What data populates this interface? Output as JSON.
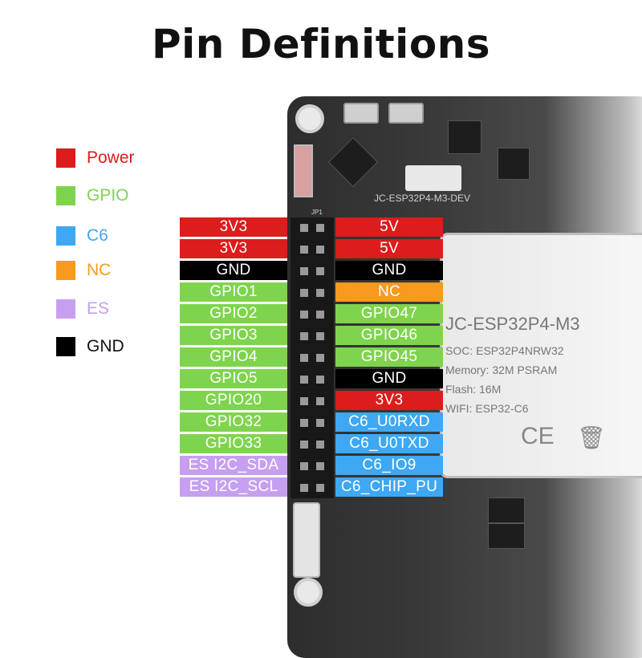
{
  "title": "Pin Definitions",
  "colors": {
    "power": "#dd1c1c",
    "gpio": "#7fd44d",
    "c6": "#3ea8f4",
    "nc": "#f79a1e",
    "es": "#c79ff0",
    "gnd": "#000000"
  },
  "legend": [
    {
      "label": "Power",
      "category": "power"
    },
    {
      "label": "GPIO",
      "category": "gpio"
    },
    {
      "label": "C6",
      "category": "c6"
    },
    {
      "label": "NC",
      "category": "nc"
    },
    {
      "label": "ES",
      "category": "es"
    },
    {
      "label": "GND",
      "category": "gnd"
    }
  ],
  "pins": {
    "left": [
      {
        "label": "3V3",
        "category": "power"
      },
      {
        "label": "3V3",
        "category": "power"
      },
      {
        "label": "GND",
        "category": "gnd"
      },
      {
        "label": "GPIO1",
        "category": "gpio"
      },
      {
        "label": "GPIO2",
        "category": "gpio"
      },
      {
        "label": "GPIO3",
        "category": "gpio"
      },
      {
        "label": "GPIO4",
        "category": "gpio"
      },
      {
        "label": "GPIO5",
        "category": "gpio"
      },
      {
        "label": "GPIO20",
        "category": "gpio"
      },
      {
        "label": "GPIO32",
        "category": "gpio"
      },
      {
        "label": "GPIO33",
        "category": "gpio"
      },
      {
        "label": "ES I2C_SDA",
        "category": "es"
      },
      {
        "label": "ES I2C_SCL",
        "category": "es"
      }
    ],
    "right": [
      {
        "label": "5V",
        "category": "power"
      },
      {
        "label": "5V",
        "category": "power"
      },
      {
        "label": "GND",
        "category": "gnd"
      },
      {
        "label": "NC",
        "category": "nc"
      },
      {
        "label": "GPIO47",
        "category": "gpio"
      },
      {
        "label": "GPIO46",
        "category": "gpio"
      },
      {
        "label": "GPIO45",
        "category": "gpio"
      },
      {
        "label": "GND",
        "category": "gnd"
      },
      {
        "label": "3V3",
        "category": "power"
      },
      {
        "label": "C6_U0RXD",
        "category": "c6"
      },
      {
        "label": "C6_U0TXD",
        "category": "c6"
      },
      {
        "label": "C6_IO9",
        "category": "c6"
      },
      {
        "label": "C6_CHIP_PU",
        "category": "c6"
      }
    ]
  },
  "board": {
    "silkscreen_name": "JC-ESP32P4-M3-DEV",
    "header_ref": "JP1",
    "module": {
      "name": "JC-ESP32P4-M3",
      "lines": [
        "SOC:  ESP32P4NRW32",
        "Memory:  32M PSRAM",
        "Flash:  16M",
        "WIFI:  ESP32-C6"
      ],
      "ce_mark": "CE"
    }
  }
}
